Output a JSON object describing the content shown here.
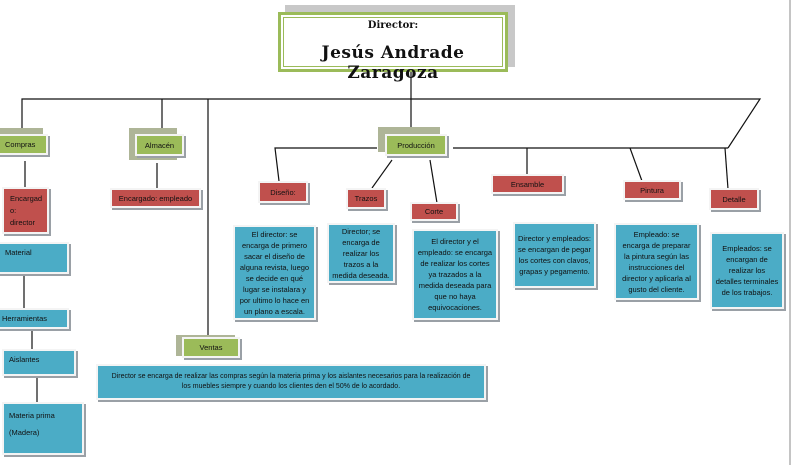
{
  "director": {
    "title": "Director:",
    "name": "Jesús Andrade Zaragoza"
  },
  "departments": {
    "compras": "Compras",
    "almacen": "Almacén",
    "produccion": "Producción",
    "ventas": "Ventas"
  },
  "compras": {
    "encargado": "Encargad o: director",
    "items": [
      "Material",
      "Herramientas",
      "Aislantes",
      "Materia  prima (Madera)"
    ]
  },
  "almacen": {
    "encargado": "Encargado: empleado"
  },
  "ventas": {
    "description": "Director se encarga de realizar las compras según la materia prima y los aislantes necesarios para la realización de los muebles siempre y cuando los clientes den el 50% de lo acordado."
  },
  "produccion": {
    "stages": [
      {
        "name": "Diseño:",
        "description": "El director: se encarga de primero sacar el diseño de alguna revista, luego se decide en qué lugar se instalara y por ultimo lo hace en un plano a escala."
      },
      {
        "name": "Trazos",
        "description": "Director; se encarga de realizar los trazos  a la medida deseada."
      },
      {
        "name": "Corte",
        "description": "El director y el empleado: se encarga de realizar los cortes ya trazados a la medida deseada para que no haya equivocaciones."
      },
      {
        "name": "Ensamble",
        "description": "Director y empleados: se encargan de pegar los cortes con clavos, grapas y pegamento."
      },
      {
        "name": "Pintura",
        "description": "Empleado: se encarga de preparar la pintura según las instrucciones del director  y aplicarla al gusto del cliente."
      },
      {
        "name": "Detalle",
        "description": "Empleados: se encargan de realizar los detalles terminales de los trabajos."
      }
    ]
  },
  "colors": {
    "green": "#9BBB59",
    "red": "#C0504D",
    "blue": "#4BACC6"
  }
}
